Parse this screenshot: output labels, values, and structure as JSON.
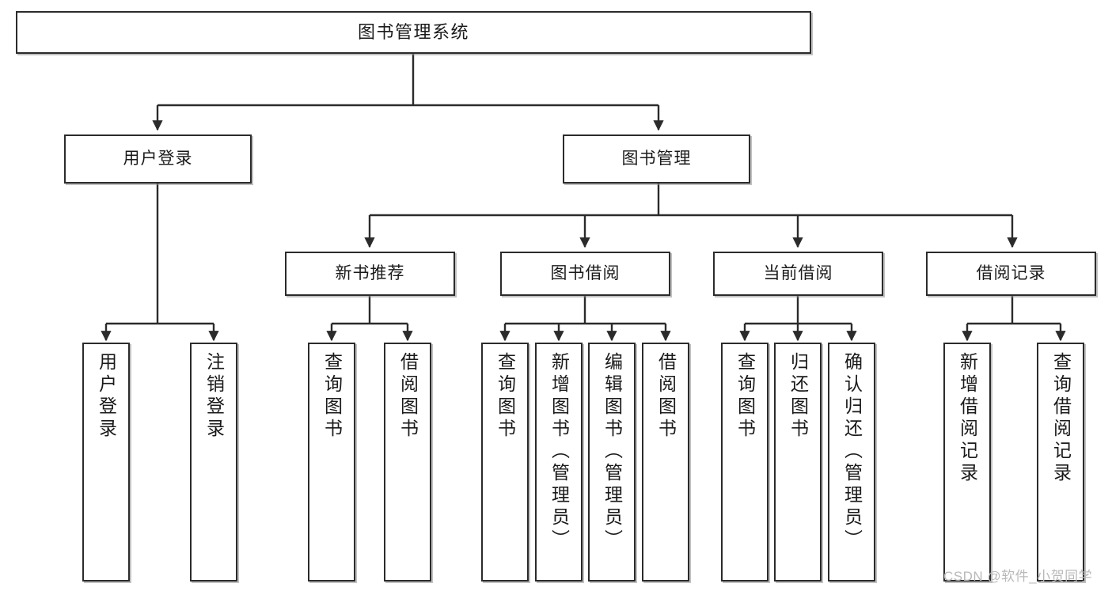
{
  "diagram": {
    "title": "图书管理系统",
    "type": "tree / functional structure chart",
    "root": {
      "label": "图书管理系统"
    },
    "level2": [
      {
        "label": "用户登录"
      },
      {
        "label": "图书管理"
      }
    ],
    "level3": [
      {
        "label": "新书推荐"
      },
      {
        "label": "图书借阅"
      },
      {
        "label": "当前借阅"
      },
      {
        "label": "借阅记录"
      }
    ],
    "leaves": {
      "user_login": [
        {
          "label": "用户登录"
        },
        {
          "label": "注销登录"
        }
      ],
      "new_book_recommend": [
        {
          "label": "查询图书"
        },
        {
          "label": "借阅图书"
        }
      ],
      "book_borrow": [
        {
          "label": "查询图书"
        },
        {
          "label": "新增图书（管理员）"
        },
        {
          "label": "编辑图书（管理员）"
        },
        {
          "label": "借阅图书"
        }
      ],
      "current_borrow": [
        {
          "label": "查询图书"
        },
        {
          "label": "归还图书"
        },
        {
          "label": "确认归还（管理员）"
        }
      ],
      "borrow_record": [
        {
          "label": "新增借阅记录"
        },
        {
          "label": "查询借阅记录"
        }
      ]
    }
  },
  "watermark": {
    "text": "CSDN @软件_小贺同学"
  },
  "colors": {
    "border": "#2b2b2b",
    "text": "#1a1a1a",
    "background": "#ffffff",
    "watermark": "#b9b9b9",
    "edge": "#2b2b2b"
  }
}
